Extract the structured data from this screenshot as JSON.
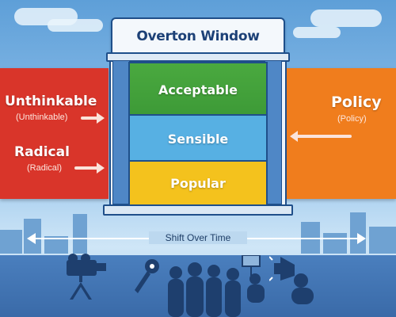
{
  "diagram": {
    "title": "Overton Window",
    "zones": [
      {
        "label": "Acceptable",
        "color": "#4aa93f"
      },
      {
        "label": "Sensible",
        "color": "#57b0e3"
      },
      {
        "label": "Popular",
        "color": "#f4c21d"
      }
    ],
    "left_panel": {
      "color": "#d9352a",
      "items": [
        {
          "label": "Unthinkable",
          "sublabel": "(Unthinkable)"
        },
        {
          "label": "Radical",
          "sublabel": "(Radical)"
        }
      ]
    },
    "right_panel": {
      "color": "#f07d1d",
      "items": [
        {
          "label": "Policy",
          "sublabel": "(Policy)"
        }
      ]
    },
    "shift_label": "Shift Over Time",
    "icons": [
      "video-camera-icon",
      "microphone-icon",
      "crowd-icon",
      "protester-icon",
      "megaphone-icon"
    ]
  }
}
